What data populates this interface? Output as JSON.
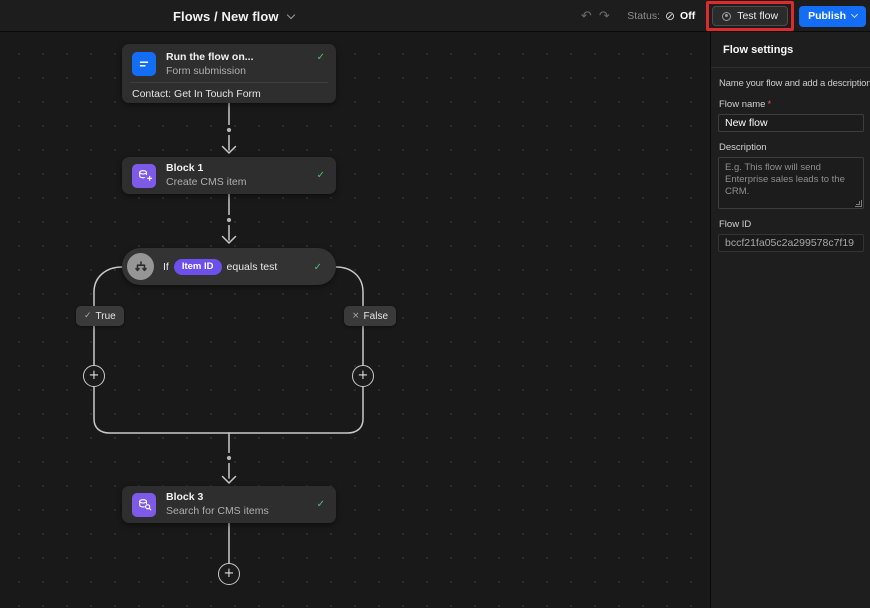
{
  "topbar": {
    "breadcrumb": "Flows / New flow",
    "status_label": "Status:",
    "status_value": "Off",
    "test_flow_label": "Test flow",
    "publish_label": "Publish"
  },
  "icons": {
    "undo": "↶",
    "redo": "↷",
    "status_off": "⊘",
    "check": "✓",
    "false_x": "×",
    "plus": "+"
  },
  "colors": {
    "accent_blue": "#146ef5",
    "node_purple": "#7d5ae8",
    "success_green": "#4ec06a",
    "annotation_red": "#dd2a2a"
  },
  "canvas": {
    "trigger": {
      "title": "Run the flow on...",
      "subtitle": "Form submission",
      "detail": "Contact: Get In Touch Form",
      "icon": "form-icon"
    },
    "block1": {
      "title": "Block 1",
      "subtitle": "Create CMS item",
      "icon": "cms-add-icon"
    },
    "condition": {
      "prefix": "If",
      "variable": "Item ID",
      "suffix": "equals test",
      "icon": "branch-icon"
    },
    "true_label": "True",
    "false_label": "False",
    "block3": {
      "title": "Block 3",
      "subtitle": "Search for CMS items",
      "icon": "cms-search-icon"
    }
  },
  "sidebar": {
    "title": "Flow settings",
    "note": "Name your flow and add a description.",
    "flow_name_label": "Flow name",
    "required_marker": "*",
    "flow_name_value": "New flow",
    "description_label": "Description",
    "description_placeholder": "E.g. This flow will send Enterprise sales leads to the CRM.",
    "flow_id_label": "Flow ID",
    "flow_id_value": "bccf21fa05c2a299578c7f19"
  }
}
